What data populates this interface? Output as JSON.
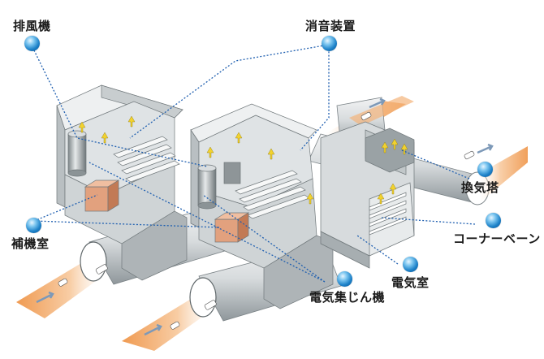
{
  "labels": {
    "exhaust_fan": "排風機",
    "silencer": "消音装置",
    "ventilation_tower": "換気塔",
    "auxiliary_room": "補機室",
    "corner_vane": "コーナーベーン",
    "electrical_room": "電気室",
    "dust_collector": "電気集じん機"
  },
  "colors": {
    "leader_line": "#1f5fb0",
    "tunnel_light": "#f1a055",
    "building_wall": "#d5dadc",
    "building_dark": "#9ea5a8",
    "label_ball": "#1d82c9"
  }
}
